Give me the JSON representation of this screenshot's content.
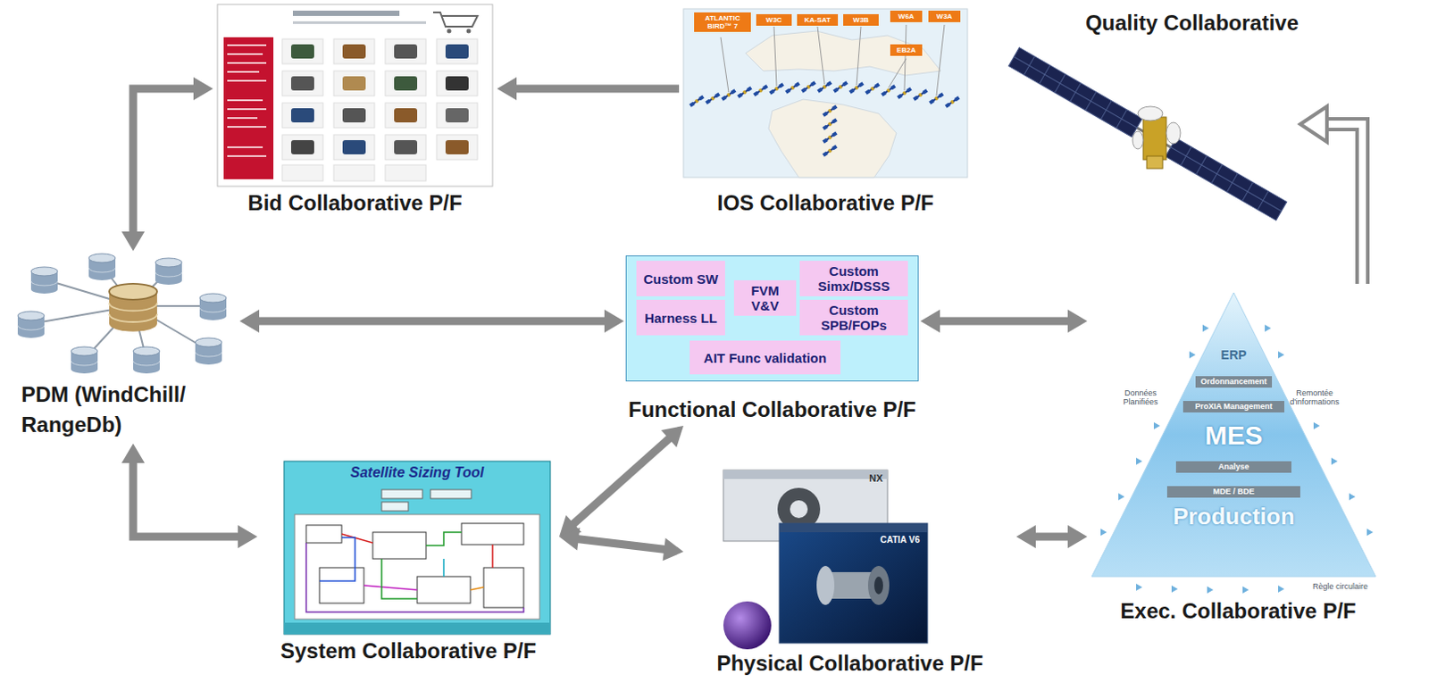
{
  "diagram": {
    "nodes": [
      {
        "text": [
          "Bid Collaborative P/F"
        ]
      },
      {
        "text": [
          "IOS Collaborative P/F"
        ]
      },
      {
        "text": [
          "Quality Collaborative"
        ]
      },
      {
        "text": [
          "PDM (WindChill/ RangeDb)"
        ]
      },
      {
        "text": [
          "Functional Collaborative P/F"
        ]
      },
      {
        "text": [
          "Custom SW"
        ],
        "in": 4
      },
      {
        "text": [
          "Harness LL"
        ],
        "in": 4
      },
      {
        "text": [
          "FVM V&V"
        ],
        "in": 4
      },
      {
        "text": [
          "Custom Simx/DSSS"
        ],
        "in": 4
      },
      {
        "text": [
          "Custom SPB/FOPs"
        ],
        "in": 4
      },
      {
        "text": [
          "AIT Func validation"
        ],
        "in": 4
      },
      {
        "text": [
          "Exec. Collaborative P/F"
        ]
      },
      {
        "text": [
          "System Collaborative P/F"
        ]
      },
      {
        "text": [
          "Physical Collaborative P/F"
        ]
      }
    ],
    "edges": [
      {
        "from": 3,
        "to": 0,
        "arrow": "both"
      },
      {
        "from": 1,
        "to": 0,
        "arrow": "to"
      },
      {
        "from": 3,
        "to": 4,
        "arrow": "both"
      },
      {
        "from": 4,
        "to": 11,
        "arrow": "both"
      },
      {
        "from": 11,
        "to": 2,
        "arrow": "to"
      },
      {
        "from": 3,
        "to": 12,
        "arrow": "both"
      },
      {
        "from": 12,
        "to": 4,
        "arrow": "both"
      },
      {
        "from": 12,
        "to": 13,
        "arrow": "both"
      },
      {
        "from": 13,
        "to": 11,
        "arrow": "both"
      }
    ],
    "labels": [
      "Satellite Sizing Tool",
      "NX",
      "CATIA V6",
      "ERP",
      "Ordonnancement",
      "ProXIA Management",
      "MES",
      "Analyse",
      "MDE / BDE",
      "Production",
      "Données Planifiées",
      "Remontée d'informations",
      "Règle circulaire",
      "ATLANTIC BIRD™ 7",
      "W3C",
      "KA-SAT",
      "W3B",
      "W6A",
      "W3A",
      "EB2A"
    ]
  }
}
